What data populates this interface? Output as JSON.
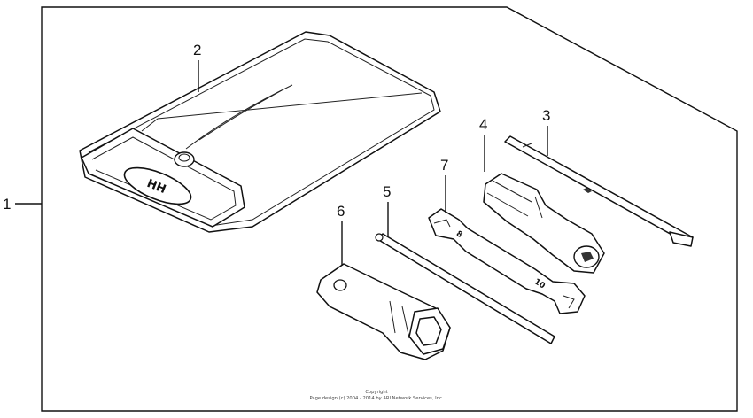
{
  "diagram": {
    "callouts": [
      {
        "id": "1",
        "label": "1"
      },
      {
        "id": "2",
        "label": "2"
      },
      {
        "id": "3",
        "label": "3"
      },
      {
        "id": "4",
        "label": "4"
      },
      {
        "id": "5",
        "label": "5"
      },
      {
        "id": "6",
        "label": "6"
      },
      {
        "id": "7",
        "label": "7"
      }
    ],
    "wrench_marks": {
      "small": "8",
      "large": "10"
    },
    "pouch_logo": "HH",
    "copyright": {
      "line1": "Copyright",
      "line2": "Page design (c) 2004 - 2014 by ARI Network Services, Inc."
    }
  }
}
